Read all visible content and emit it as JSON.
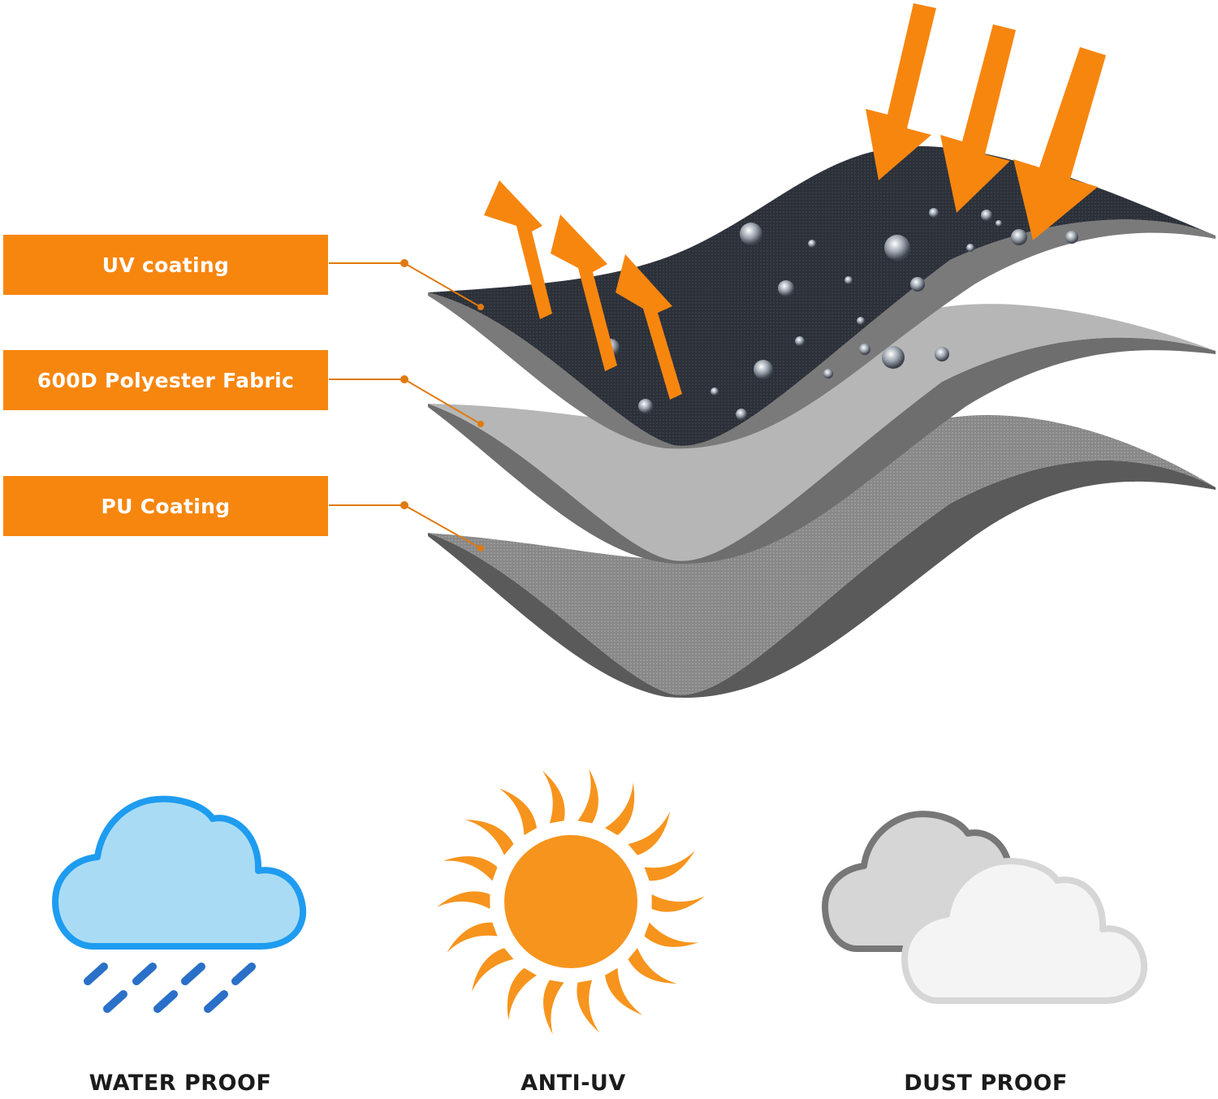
{
  "layers": [
    {
      "label": "UV coating"
    },
    {
      "label": "600D Polyester Fabric"
    },
    {
      "label": "PU Coating"
    }
  ],
  "features": [
    {
      "label": "WATER PROOF",
      "icon": "rain-cloud-icon"
    },
    {
      "label": "ANTI-UV",
      "icon": "sun-icon"
    },
    {
      "label": "DUST PROOF",
      "icon": "dust-cloud-icon"
    }
  ],
  "colors": {
    "accent": "#f7860f",
    "top_layer": "#2c3038",
    "middle_layer": "#b6b6b6",
    "bottom_layer": "#8a8a8a",
    "rain_cloud": "#a9dcf4",
    "rain_cloud_outline": "#1e9cf0",
    "rain_drops": "#2a70c8",
    "sun": "#f7941d",
    "dust_cloud_back": "#d6d6d6",
    "dust_cloud_front": "#f4f4f4"
  }
}
